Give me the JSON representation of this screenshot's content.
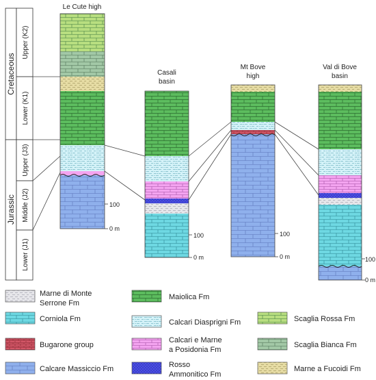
{
  "timescale": {
    "periods": [
      "Cretaceous",
      "Jurassic"
    ],
    "epochs": [
      "Upper (K2)",
      "Lower (K1)",
      "Upper (J3)",
      "Middle (J2)",
      "Lower (J1)"
    ]
  },
  "columns": [
    {
      "title": "Le Cute high",
      "scale_ticks": [
        "100",
        "0 m"
      ]
    },
    {
      "title": "Casali basin",
      "scale_ticks": [
        "100",
        "0 m"
      ]
    },
    {
      "title": "Mt Bove high",
      "scale_ticks": [
        "100",
        "0 m"
      ]
    },
    {
      "title": "Val di Bove basin",
      "scale_ticks": [
        "100",
        "0 m"
      ]
    }
  ],
  "legend": [
    {
      "id": "marne_monte_serrone",
      "label": "Marne di Monte Serrone Fm",
      "color": "#e6e6ea"
    },
    {
      "id": "corniola",
      "label": "Corniola Fm",
      "color": "#6ed8e2"
    },
    {
      "id": "bugarone",
      "label": "Bugarone group",
      "color": "#d45868"
    },
    {
      "id": "calcare_massiccio",
      "label": "Calcare Massiccio Fm",
      "color": "#8fb0ec"
    },
    {
      "id": "maiolica",
      "label": "Maiolica Fm",
      "color": "#5cbc5e"
    },
    {
      "id": "calcari_diaspri",
      "label": "Calcari Diasprigni Fm",
      "color": "#d4f2f8"
    },
    {
      "id": "calcari_marne_posidonia",
      "label": "Calcari e Marne a Posidonia Fm",
      "color": "#f4a4f0"
    },
    {
      "id": "rosso_ammonitico",
      "label": "Rosso Ammonitico Fm",
      "color": "#4a4ee4"
    },
    {
      "id": "scaglia_rossa",
      "label": "Scaglia Rossa Fm",
      "color": "#b8de80"
    },
    {
      "id": "scaglia_bianca",
      "label": "Scaglia Bianca Fm",
      "color": "#a2c8a6"
    },
    {
      "id": "marne_fucoidi",
      "label": "Marne a Fucoidi Fm",
      "color": "#e6dca4"
    }
  ]
}
